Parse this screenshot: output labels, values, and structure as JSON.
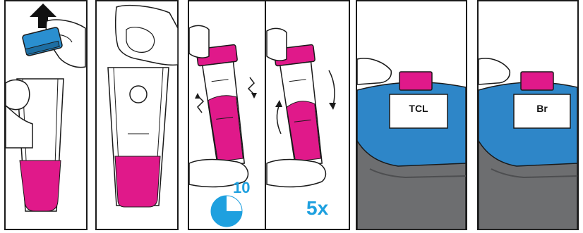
{
  "colors": {
    "reagent": "#e0198a",
    "cap_blue": "#2a8fd0",
    "device_blue": "#2e86c8",
    "device_gray": "#6d6e70",
    "accent_text": "#1ea0df",
    "outline": "#1a1a1a"
  },
  "steps": [
    {
      "id": "step-1",
      "icons": [
        "arrow-up-icon",
        "blue-cap-icon",
        "hand-icon",
        "cuvette-icon"
      ]
    },
    {
      "id": "step-2",
      "icons": [
        "hand-icon",
        "cuvette-icon",
        "tablet-icon"
      ]
    },
    {
      "id": "step-3",
      "icons": [
        "hand-icon",
        "cuvette-icon",
        "shake-icon",
        "timer-icon"
      ],
      "timer_value": "10",
      "timer_fraction": 0.75
    },
    {
      "id": "step-4",
      "icons": [
        "hand-icon",
        "cuvette-icon",
        "invert-arrows-icon"
      ],
      "repeat_label": "5x"
    },
    {
      "id": "step-5",
      "icons": [
        "hand-icon",
        "photometer-icon",
        "cuvette-icon"
      ],
      "screen_label": "TCL"
    },
    {
      "id": "step-6",
      "icons": [
        "hand-icon",
        "photometer-icon",
        "cuvette-icon"
      ],
      "screen_label": "Br"
    }
  ]
}
